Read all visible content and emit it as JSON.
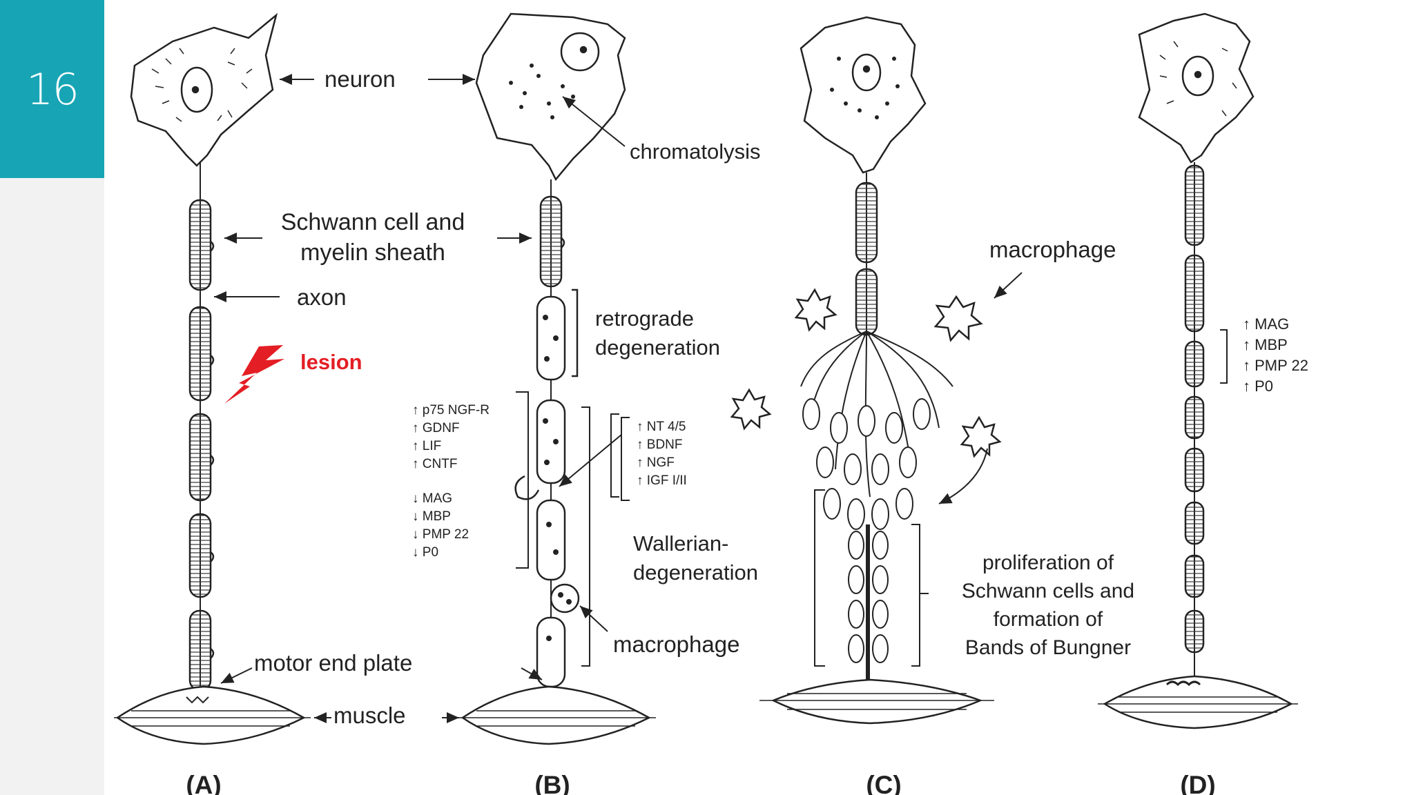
{
  "slide": {
    "number": "16"
  },
  "colors": {
    "accent": "#17a5b5",
    "lesion": "#e31e24",
    "ink": "#222222"
  },
  "labels": {
    "neuron": "neuron",
    "chromatolysis": "chromatolysis",
    "schwann_line1": "Schwann cell and",
    "schwann_line2": "myelin sheath",
    "axon": "axon",
    "lesion": "lesion",
    "retro_line1": "retrograde",
    "retro_line2": "degeneration",
    "macrophage_c": "macrophage",
    "macrophage_b": "macrophage",
    "wallerian_line1": "Wallerian-",
    "wallerian_line2": "degeneration",
    "prolif_line1": "proliferation of",
    "prolif_line2": "Schwann cells and",
    "prolif_line3": "formation of",
    "prolif_line4": "Bands of Bungner",
    "motor_end_plate": "motor end plate",
    "muscle": "muscle"
  },
  "markers_b_left": [
    "↑ p75 NGF-R",
    "↑ GDNF",
    "↑ LIF",
    "↑ CNTF",
    "↓ MAG",
    "↓ MBP",
    "↓ PMP 22",
    "↓ P0"
  ],
  "markers_b_right": [
    "↑ NT 4/5",
    "↑ BDNF",
    "↑ NGF",
    "↑ IGF I/II"
  ],
  "markers_d": [
    "↑ MAG",
    "↑ MBP",
    "↑ PMP 22",
    "↑ P0"
  ],
  "panels": [
    "(A)",
    "(B)",
    "(C)",
    "(D)"
  ]
}
